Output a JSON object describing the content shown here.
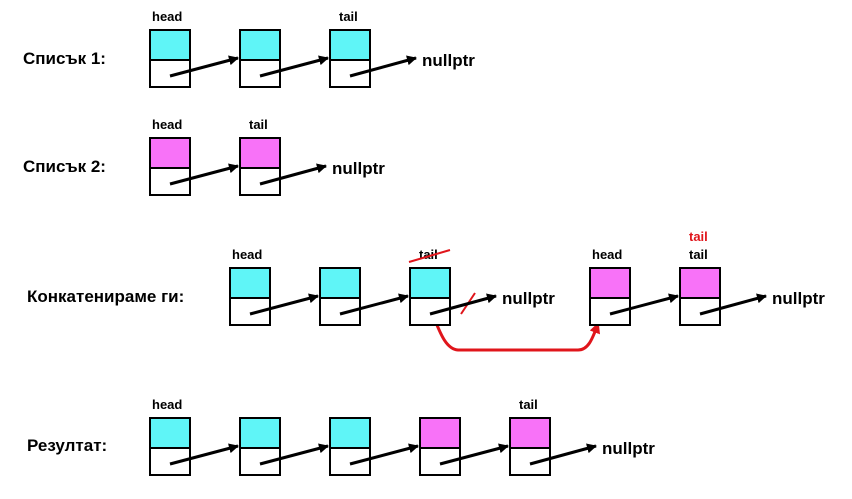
{
  "colors": {
    "list1": "#5ff5f7",
    "list2": "#f872f8",
    "highlight": "#e0151b",
    "ink": "#000000"
  },
  "labels": {
    "head": "head",
    "tail": "tail",
    "nullptr": "nullptr"
  },
  "rows": [
    {
      "id": "list1",
      "label": "Списък 1:",
      "nodes": [
        "list1",
        "list1",
        "list1"
      ],
      "head_index": 0,
      "tail_index": 2,
      "nullptr": true
    },
    {
      "id": "list2",
      "label": "Списък 2:",
      "nodes": [
        "list2",
        "list2"
      ],
      "head_index": 0,
      "tail_index": 1,
      "nullptr": true
    },
    {
      "id": "concat",
      "label": "Конкатенираме ги:",
      "nodes": [
        "list1",
        "list1",
        "list1",
        "list2",
        "list2"
      ],
      "head_index": 0,
      "second_head_index": 3,
      "struck_tail_index": 2,
      "tail_index": 4,
      "new_tail_label": "tail",
      "nullptr_after": [
        2,
        4
      ],
      "struck_link_index": 2,
      "relinked": [
        2,
        3
      ]
    },
    {
      "id": "result",
      "label": "Резултат:",
      "nodes": [
        "list1",
        "list1",
        "list1",
        "list2",
        "list2"
      ],
      "head_index": 0,
      "tail_index": 4,
      "nullptr": true
    }
  ]
}
